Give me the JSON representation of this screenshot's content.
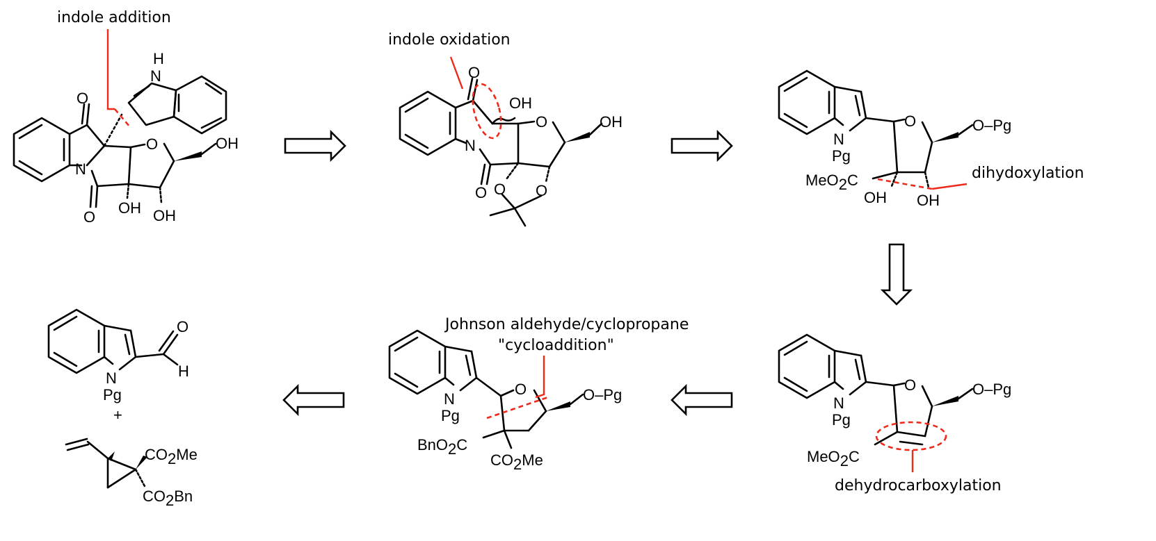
{
  "annotations": {
    "indole_addition": "indole addition",
    "indole_oxidation": "indole oxidation",
    "dihydroxylation": "dihydoxylation",
    "johnson_line1": "Johnson aldehyde/cyclopropane",
    "johnson_line2": "\"cycloaddition\"",
    "dehydrocarboxylation": "dehydrocarboxylation"
  },
  "labels": {
    "H": "H",
    "N": "N",
    "O": "O",
    "OH": "OH",
    "Pg": "Pg",
    "OPg": "O–Pg",
    "MeO2C": "MeO",
    "BnO2C": "BnO",
    "C": "C",
    "CO2Me": "CO",
    "Me": "Me",
    "Bn": "Bn",
    "sub2": "2",
    "plus": "+"
  },
  "colors": {
    "annotation": "#ee2a1b",
    "structure": "#000000"
  }
}
